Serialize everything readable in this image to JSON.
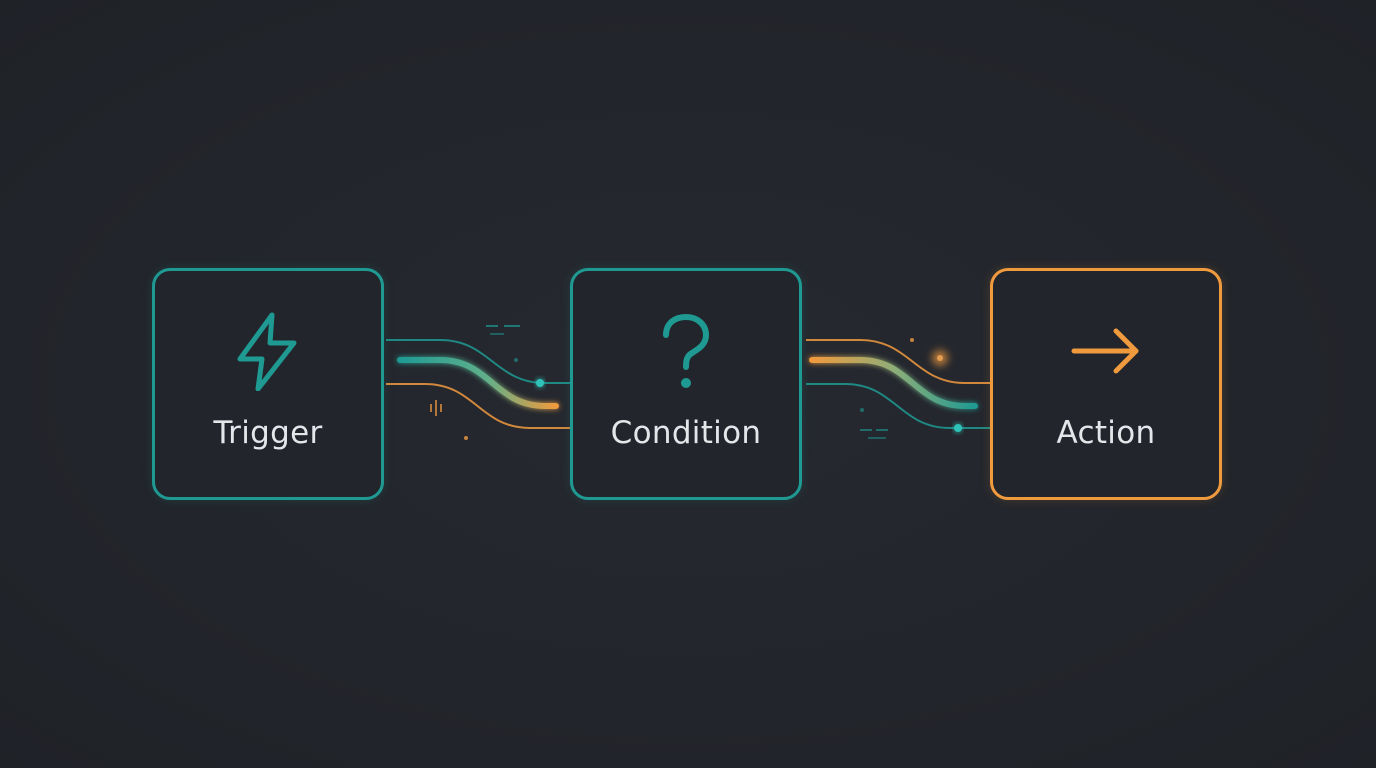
{
  "diagram": {
    "nodes": [
      {
        "id": "trigger",
        "label": "Trigger",
        "icon": "lightning-bolt-icon",
        "color": "#1f9a93"
      },
      {
        "id": "condition",
        "label": "Condition",
        "icon": "question-mark-icon",
        "color": "#1f9a93"
      },
      {
        "id": "action",
        "label": "Action",
        "icon": "arrow-right-icon",
        "color": "#f09a3e"
      }
    ],
    "edges": [
      {
        "from": "trigger",
        "to": "condition"
      },
      {
        "from": "condition",
        "to": "action"
      }
    ],
    "colors": {
      "background": "#22252b",
      "teal": "#1f9a93",
      "orange": "#f09a3e",
      "text": "#e4e6ea"
    }
  }
}
